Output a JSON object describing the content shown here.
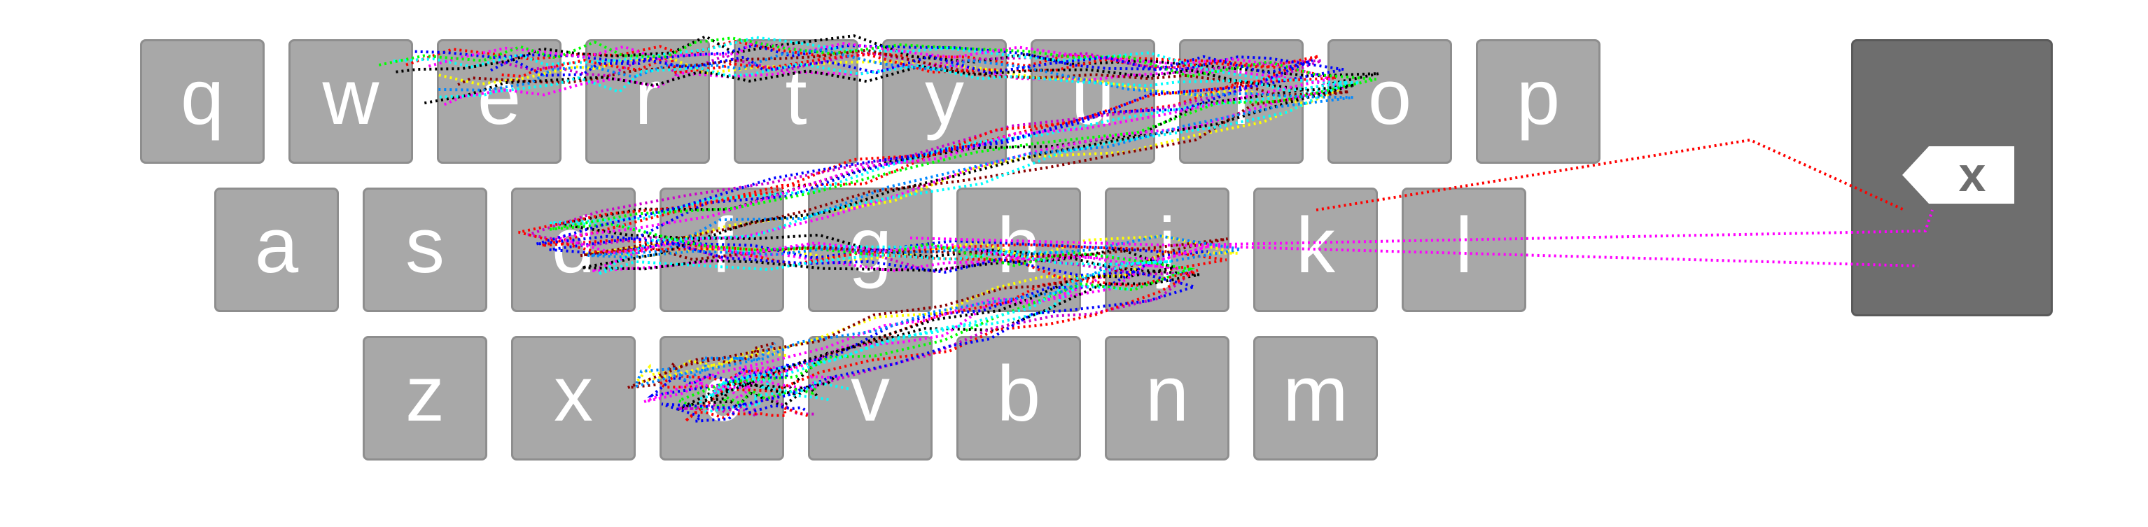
{
  "keyboard": {
    "rows": [
      [
        "q",
        "w",
        "e",
        "r",
        "t",
        "y",
        "u",
        "i",
        "o",
        "p"
      ],
      [
        "a",
        "s",
        "d",
        "f",
        "g",
        "h",
        "j",
        "k",
        "l"
      ],
      [
        "z",
        "x",
        "c",
        "v",
        "b",
        "n",
        "m"
      ]
    ],
    "backspace_glyph": "x",
    "key_color": "#a8a8a8",
    "backspace_color": "#6e6e6e"
  },
  "gesture_traces": {
    "colors": [
      "#ff0000",
      "#0000ff",
      "#ff00ff",
      "#000000",
      "#00ffff",
      "#00ff00",
      "#ffff00",
      "#8b0000",
      "#0088ff",
      "#cc00cc"
    ]
  }
}
